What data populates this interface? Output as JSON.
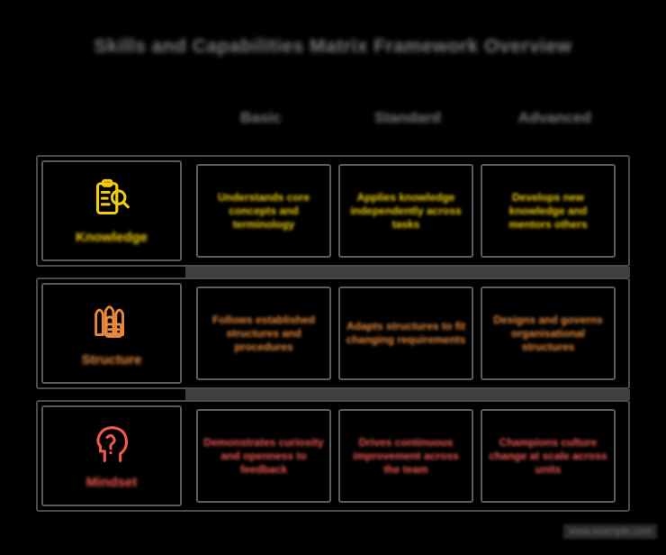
{
  "title": "Skills and Capabilities Matrix Framework Overview",
  "columns": [
    {
      "label": "Basic"
    },
    {
      "label": "Standard"
    },
    {
      "label": "Advanced"
    }
  ],
  "colors": {
    "row_yellow": "#f2cc0c",
    "row_orange": "#e8883a",
    "row_red": "#f2584f",
    "frame": "#4a4a4a",
    "cell_border": "#5d5d5d",
    "background": "#000000",
    "title_text": "#7c7c7c",
    "header_text": "#767676"
  },
  "rows": [
    {
      "label": "Knowledge",
      "icon": "clipboard-search-icon",
      "color": "#f2cc0c",
      "cells": [
        "Understands core concepts and terminology",
        "Applies knowledge independently across tasks",
        "Develops new knowledge and mentors others"
      ]
    },
    {
      "label": "Structure",
      "icon": "buildings-icon",
      "color": "#e8883a",
      "cells": [
        "Follows established structures and procedures",
        "Adapts structures to fit changing requirements",
        "Designs and governs organisational structures"
      ]
    },
    {
      "label": "Mindset",
      "icon": "head-profile-icon",
      "color": "#f2584f",
      "cells": [
        "Demonstrates curiosity and openness to feedback",
        "Drives continuous improvement across the team",
        "Champions culture change at scale across units"
      ]
    }
  ],
  "watermark": "www.example.com"
}
